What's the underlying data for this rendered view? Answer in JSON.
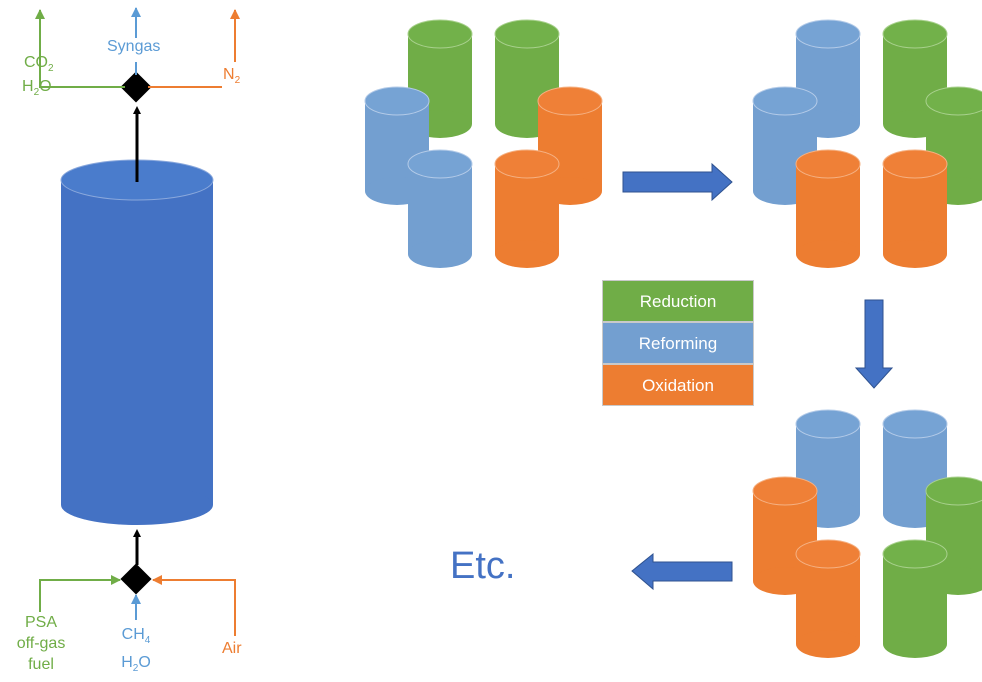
{
  "colors": {
    "green": "#70ad47",
    "blue": "#4472c4",
    "light_blue": "#5b9bd5",
    "orange": "#ed7d31",
    "cyl_blue": "#739fd0"
  },
  "labels": {
    "top": {
      "co2_main": "CO",
      "co2_sub": "2",
      "h2o_main": "H",
      "h2o_sub": "2",
      "h2o_end": "O",
      "syngas": "Syngas",
      "n2_main": "N",
      "n2_sub": "2"
    },
    "bottom": {
      "psa_line1": "PSA",
      "psa_line2": "off-gas",
      "psa_line3": "fuel",
      "ch4_main": "CH",
      "ch4_sub": "4",
      "h2o_main": "H",
      "h2o_sub": "2",
      "h2o_end": "O",
      "air": "Air"
    },
    "etc": "Etc."
  },
  "legend": [
    {
      "label": "Reduction",
      "color": "#70ad47"
    },
    {
      "label": "Reforming",
      "color": "#739fd0"
    },
    {
      "label": "Oxidation",
      "color": "#ed7d31"
    }
  ],
  "reactor_states": [
    {
      "name": "state-1",
      "back": [
        "green",
        "green"
      ],
      "middle": [
        "blue",
        "orange"
      ],
      "front": [
        "blue",
        "orange"
      ]
    },
    {
      "name": "state-2",
      "back": [
        "blue",
        "green"
      ],
      "middle": [
        "blue",
        "green"
      ],
      "front": [
        "orange",
        "orange"
      ]
    },
    {
      "name": "state-3",
      "back": [
        "blue",
        "blue"
      ],
      "middle": [
        "orange",
        "green"
      ],
      "front": [
        "orange",
        "green"
      ]
    }
  ]
}
